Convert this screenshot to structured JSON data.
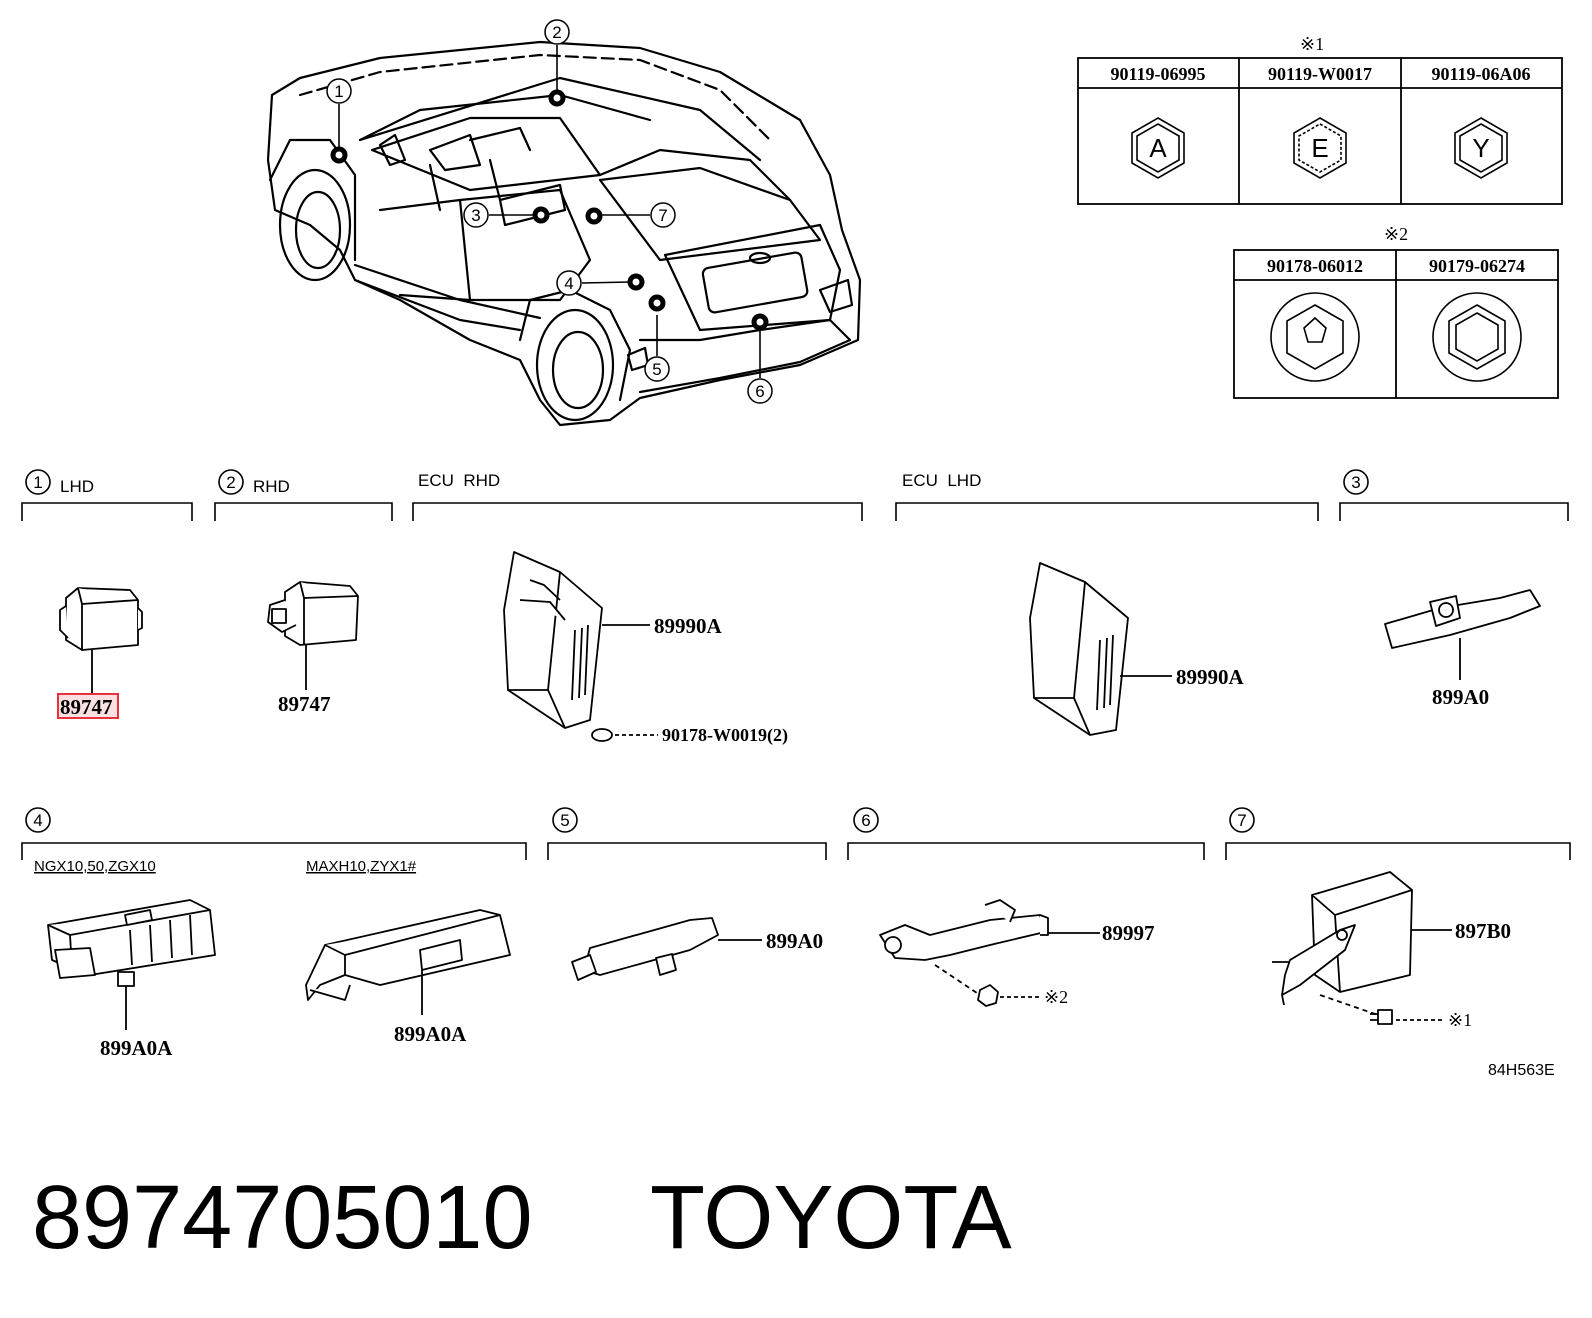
{
  "legend1": {
    "mark": "※1",
    "columns": [
      {
        "part": "90119-06995",
        "letter": "A"
      },
      {
        "part": "90119-W0017",
        "letter": "E"
      },
      {
        "part": "90119-06A06",
        "letter": "Y"
      }
    ]
  },
  "legend2": {
    "mark": "※2",
    "columns": [
      {
        "part": "90178-06012"
      },
      {
        "part": "90179-06274"
      }
    ]
  },
  "overview_callouts": [
    "1",
    "2",
    "3",
    "4",
    "5",
    "6",
    "7"
  ],
  "groups": {
    "g1": {
      "num": "1",
      "label": "LHD",
      "part": "89747"
    },
    "g2": {
      "num": "2",
      "label": "RHD",
      "part": "89747"
    },
    "ecu_rhd": {
      "label": "ECU  RHD",
      "part": "89990A",
      "fastener": "90178-W0019(2)"
    },
    "ecu_lhd": {
      "label": "ECU  LHD",
      "part": "89990A"
    },
    "g3": {
      "num": "3",
      "part": "899A0"
    },
    "g4": {
      "num": "4",
      "variant_a": "NGX10,50,ZGX10",
      "variant_b": "MAXH10,ZYX1#",
      "part_a": "899A0A",
      "part_b": "899A0A"
    },
    "g5": {
      "num": "5",
      "part": "899A0"
    },
    "g6": {
      "num": "6",
      "part": "89997",
      "fastener_ref": "※2"
    },
    "g7": {
      "num": "7",
      "part": "897B0",
      "fastener_ref": "※1"
    }
  },
  "diagram_code": "84H563E",
  "footer": {
    "part_number": "8974705010",
    "brand": "TOYOTA"
  },
  "highlight_color": "#e8323c"
}
